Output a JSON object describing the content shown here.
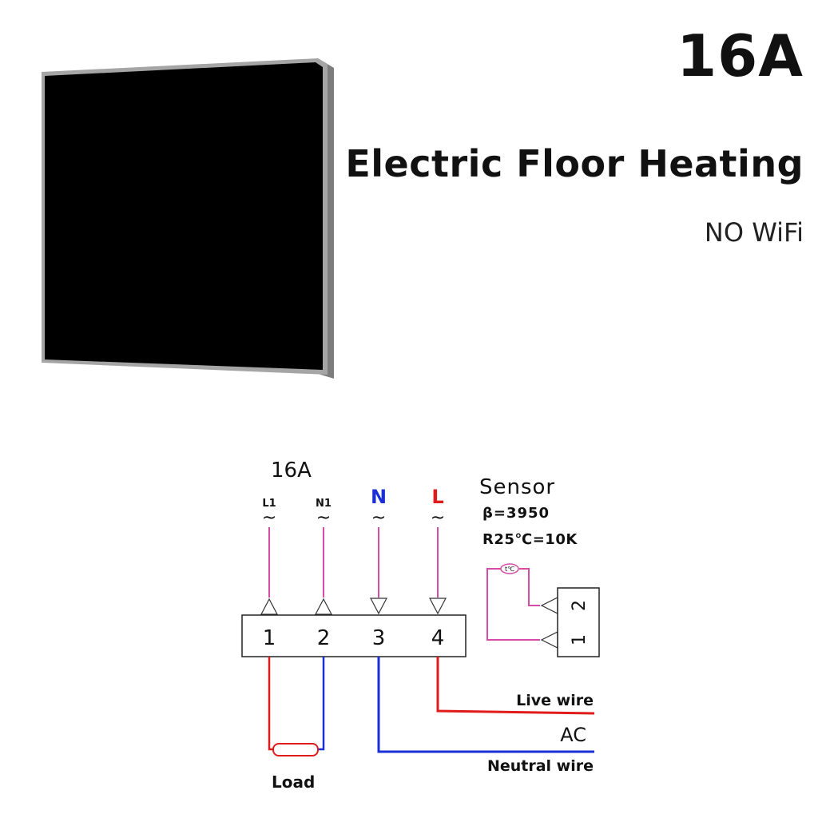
{
  "header": {
    "rating": "16A",
    "title": "Electric Floor Heating",
    "subtitle": "NO WiFi"
  },
  "diagram": {
    "rating": "16A",
    "tilde": "~",
    "terminals": [
      {
        "label": "L1",
        "number": "1",
        "color": "#d64aa8"
      },
      {
        "label": "N1",
        "number": "2",
        "color": "#d64aa8"
      },
      {
        "label": "N",
        "number": "3",
        "color": "#1a2fd6"
      },
      {
        "label": "L",
        "number": "4",
        "color": "#e01b1b"
      }
    ],
    "sensor": {
      "title": "Sensor",
      "beta": "β=3950",
      "resistance": "R25℃=10K",
      "thermistor_symbol": "t℃",
      "terminal_1": "1",
      "terminal_2": "2"
    },
    "labels": {
      "live_wire": "Live wire",
      "ac": "AC",
      "neutral_wire": "Neutral wire",
      "load": "Load"
    },
    "colors": {
      "pink": "#d64aa8",
      "red": "#e01b1b",
      "blue": "#1a2fd6",
      "panel": "#000000",
      "frame": "#9a9a9a"
    }
  }
}
